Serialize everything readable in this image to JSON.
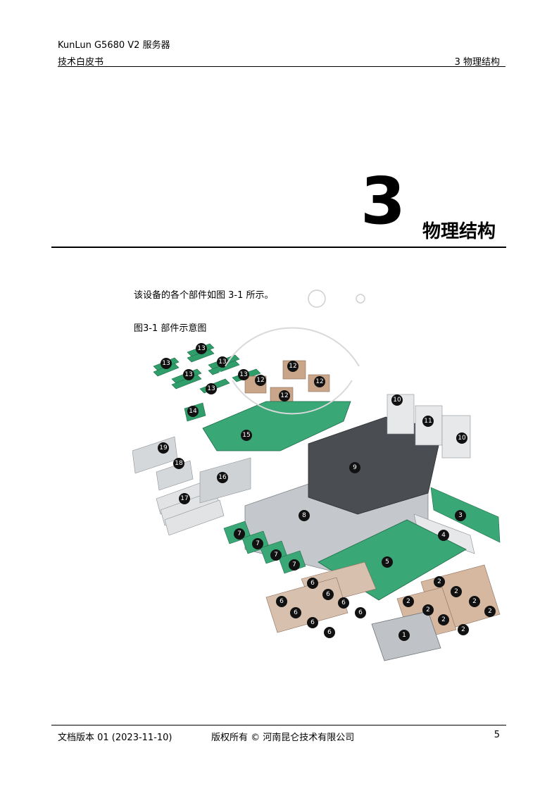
{
  "header": {
    "product": "KunLun G5680 V2  服务器",
    "doc_type": "技术白皮书",
    "chapter": "3  物理结构"
  },
  "chapter": {
    "number": "3",
    "title": "物理结构"
  },
  "body": {
    "intro": "该设备的各个部件如图 3-1 所示。",
    "figure_caption": "图3-1 部件示意图"
  },
  "figure": {
    "callouts": [
      "1",
      "2",
      "2",
      "2",
      "2",
      "2",
      "2",
      "2",
      "2",
      "3",
      "4",
      "5",
      "6",
      "6",
      "6",
      "6",
      "6",
      "6",
      "6",
      "6",
      "7",
      "7",
      "7",
      "7",
      "8",
      "9",
      "10",
      "10",
      "11",
      "12",
      "12",
      "12",
      "12",
      "13",
      "13",
      "13",
      "13",
      "13",
      "13",
      "13",
      "14",
      "15",
      "16",
      "17",
      "18",
      "19"
    ]
  },
  "footer": {
    "version": "文档版本  01 (2023-11-10)",
    "copyright": "版权所有 ©  河南昆仑技术有限公司",
    "page": "5"
  },
  "colors": {
    "pcb_green": "#2f9e6b",
    "chassis_grey": "#bfc3c7",
    "dark_metal": "#4a4d52",
    "copper": "#c9a58a"
  }
}
